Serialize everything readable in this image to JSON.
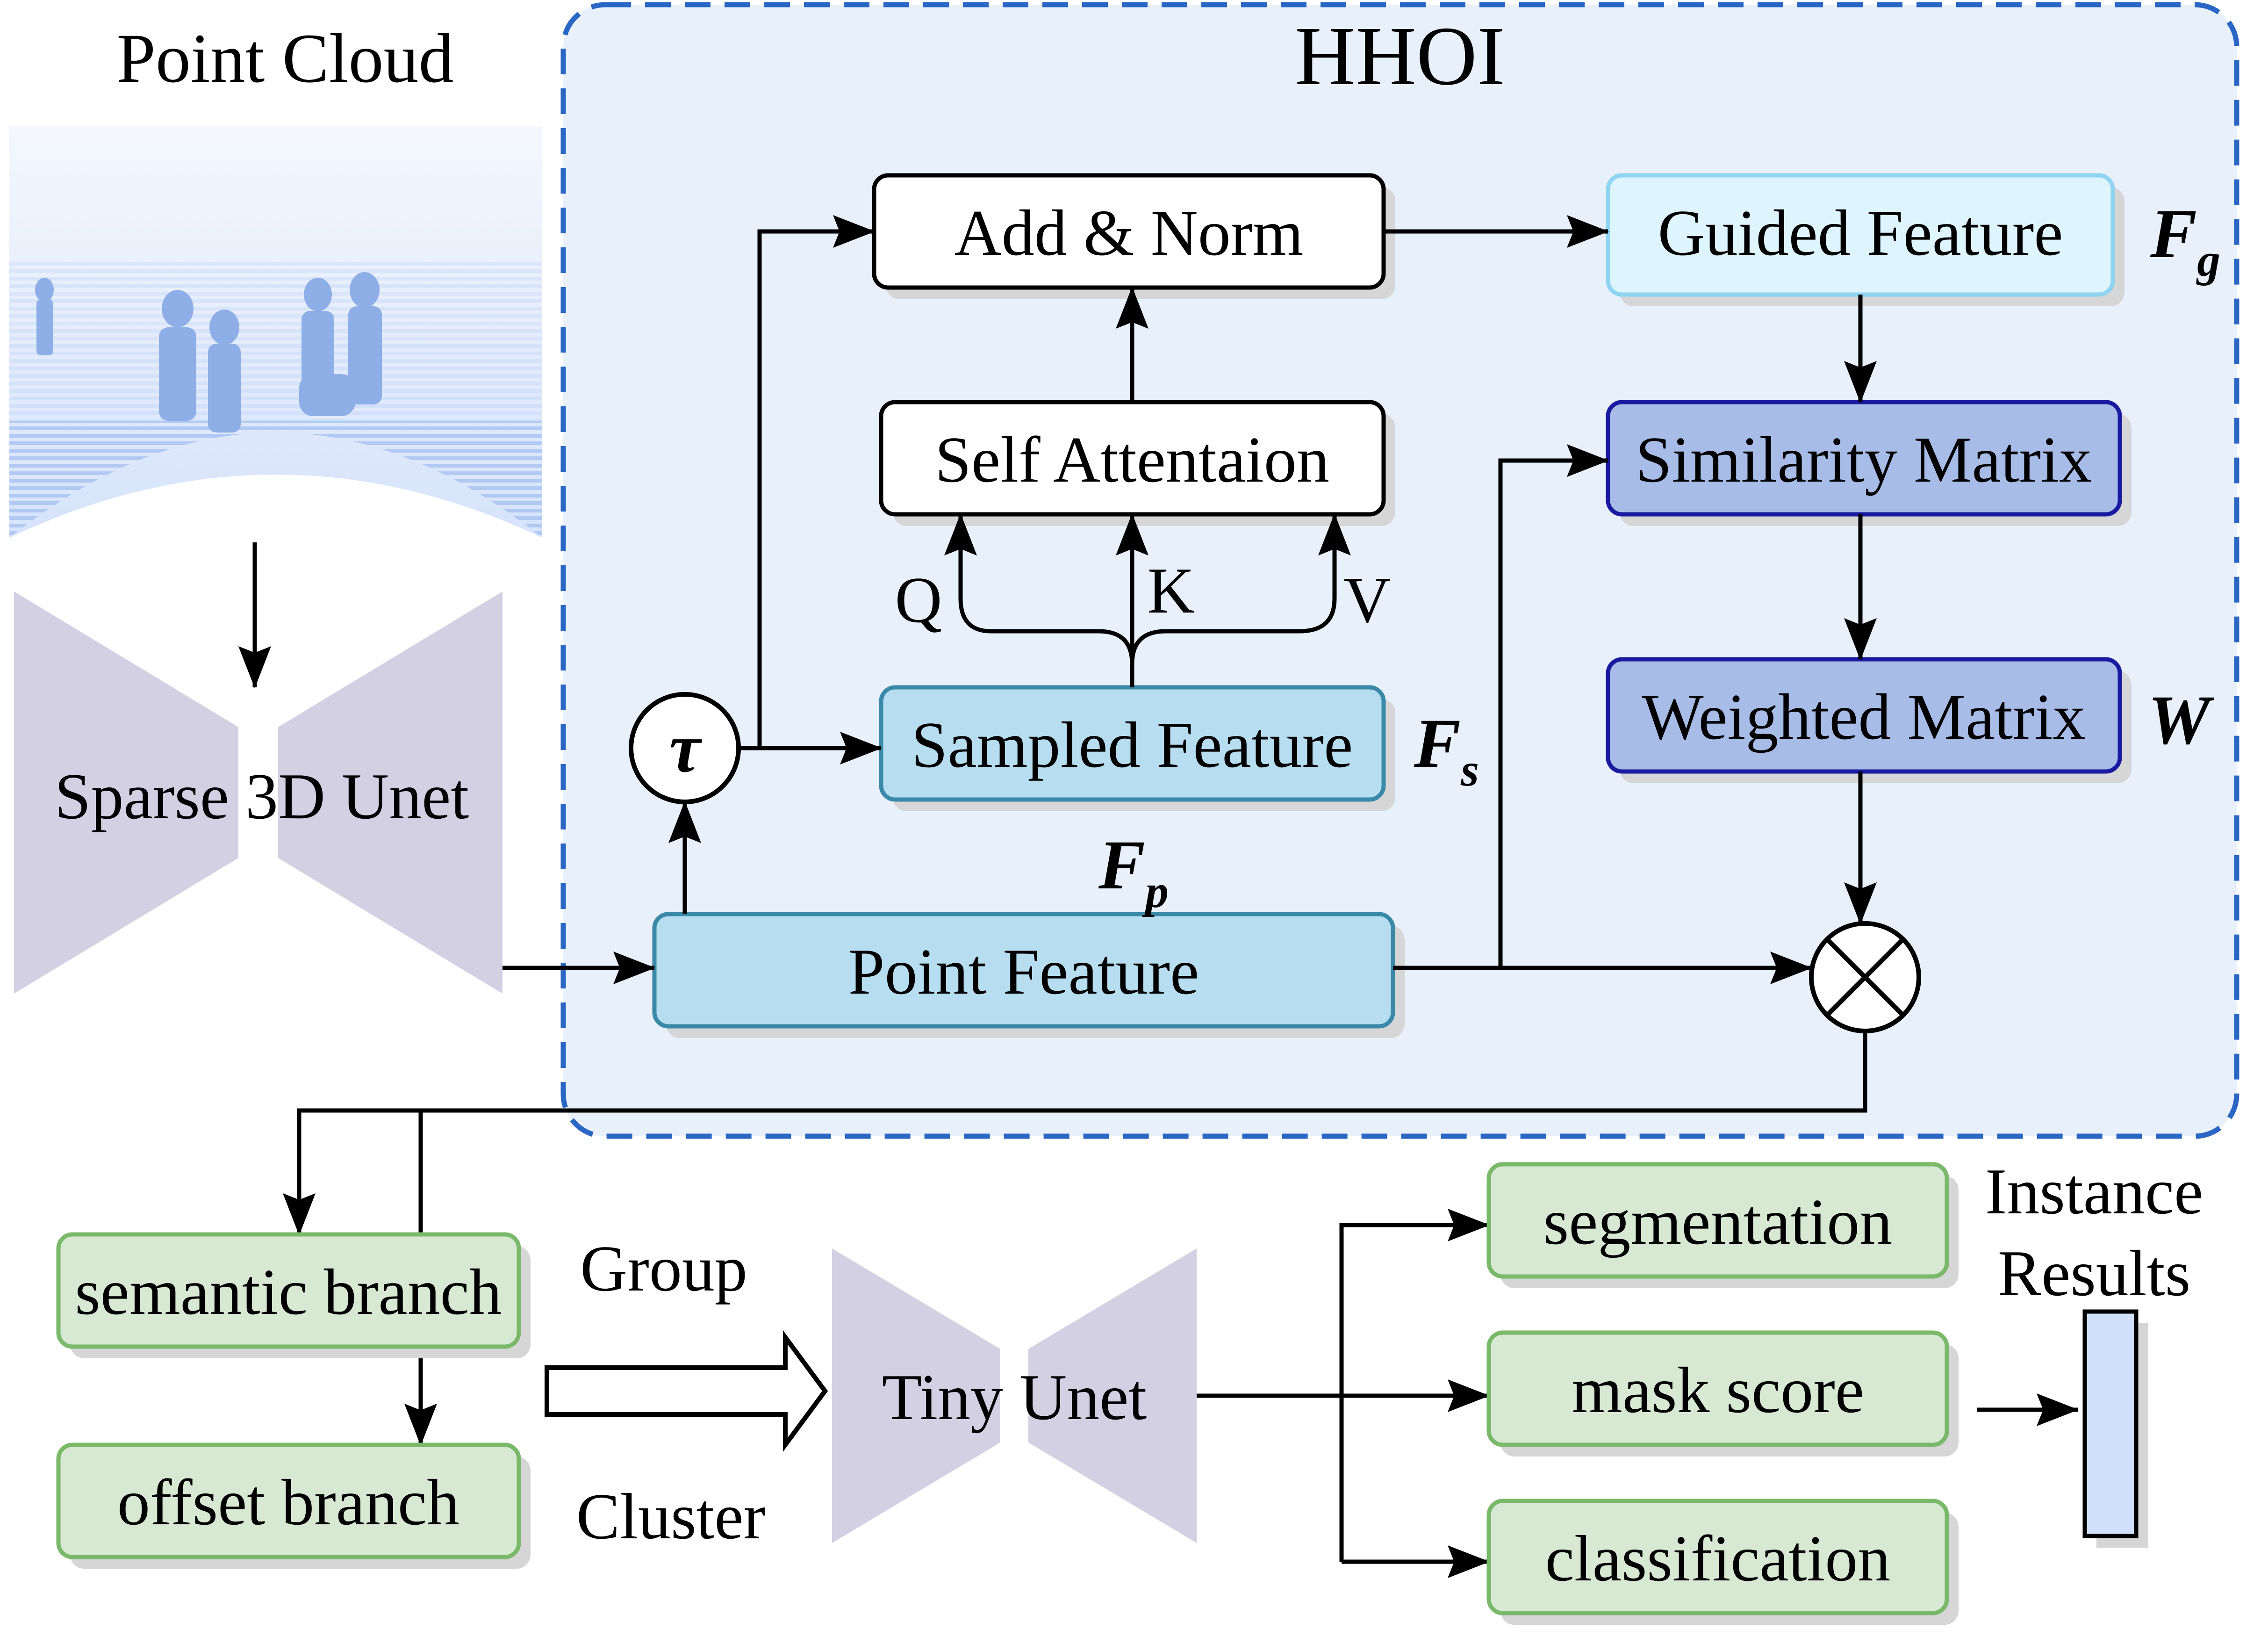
{
  "labels": {
    "point_cloud_title": "Point Cloud",
    "hhoi_title": "HHOI",
    "sparse_unet": "Sparse 3D Unet",
    "add_norm": "Add & Norm",
    "self_attention": "Self Attentaion",
    "guided_feature": "Guided Feature",
    "similarity_matrix": "Similarity Matrix",
    "weighted_matrix": "Weighted Matrix",
    "sampled_feature": "Sampled Feature",
    "point_feature": "Point Feature",
    "q": "Q",
    "k": "K",
    "v": "V",
    "tau": "τ",
    "otimes": "⊗",
    "semantic_branch": "semantic branch",
    "offset_branch": "offset branch",
    "group": "Group",
    "cluster": "Cluster",
    "tiny_unet": "Tiny Unet",
    "segmentation": "segmentation",
    "mask_score": "mask score",
    "classification": "classification",
    "instance_results_line1": "Instance",
    "instance_results_line2": "Results"
  },
  "symbols": {
    "fg_base": "F",
    "fg_sub": "g",
    "fs_base": "F",
    "fs_sub": "s",
    "fp_base": "F",
    "fp_sub": "p",
    "w": "W"
  },
  "colors": {
    "hhoi_fill": "#e8f0fb",
    "hhoi_border": "#2a66c4",
    "guided_fill": "#dff5fd",
    "guided_border": "#8fd4f0",
    "matrix_fill": "#a7bde8",
    "matrix_border": "#1a1aa0",
    "feature_fill": "#b6def0",
    "feature_border": "#3b89a8",
    "branch_fill": "#d7e8d3",
    "branch_border": "#7ab86a",
    "unet_fill": "#d3d0e4",
    "point_cloud": "#9fbdf0",
    "result_fill": "#cfe0f8",
    "shadow": "#d6d6d6"
  }
}
